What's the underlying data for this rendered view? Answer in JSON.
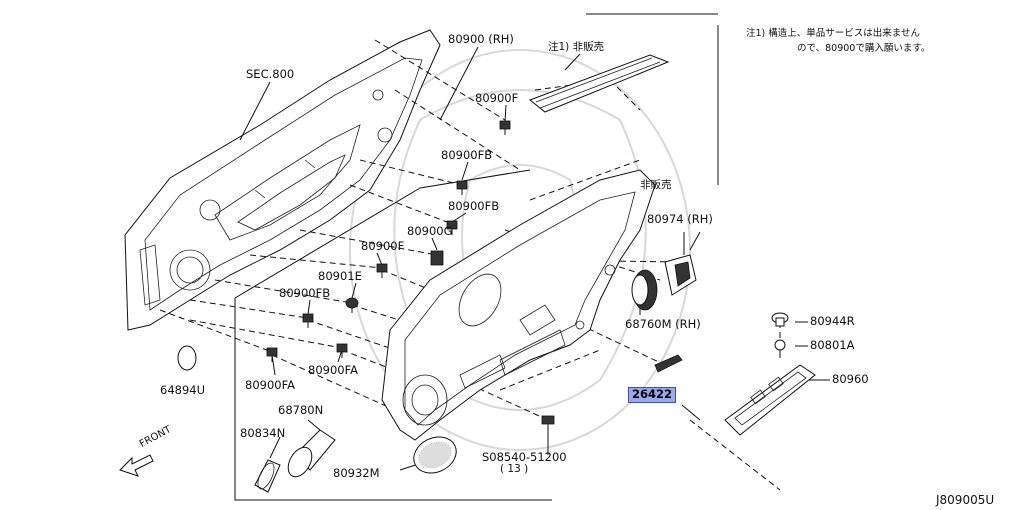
{
  "labels": {
    "sec800": "SEC.800",
    "p80900rh": "80900 (RH)",
    "note1_tag": "注1) 非販売",
    "p80900f_top": "80900F",
    "p80900fb_1": "80900FB",
    "not_sold": "非販売",
    "p80900fb_2": "80900FB",
    "p80974rh": "80974 (RH)",
    "p80900g": "80900G",
    "p80900f_mid": "80900F",
    "p80901e": "80901E",
    "p80900fb_3": "80900FB",
    "p68760m": "68760M (RH)",
    "p80944r": "80944R",
    "p80801a": "80801A",
    "p64894u": "64894U",
    "p80900fa_1": "80900FA",
    "p80900fa_2": "80900FA",
    "p26422": "26422",
    "p80960": "80960",
    "p68780n": "68780N",
    "p80834n": "80834N",
    "p08540": "S08540-51200",
    "p08540_qty": "( 13 )",
    "p80932m": "80932M",
    "front": "FRONT",
    "drawing_id": "J809005U"
  },
  "note": {
    "line1": "注1) 構造上、単品サービスは出来ません",
    "line2": "ので、80900で購入願います。"
  },
  "colors": {
    "highlight_fill": "#9aa9ea",
    "highlight_border": "#3a4fc0",
    "line": "#111111"
  }
}
